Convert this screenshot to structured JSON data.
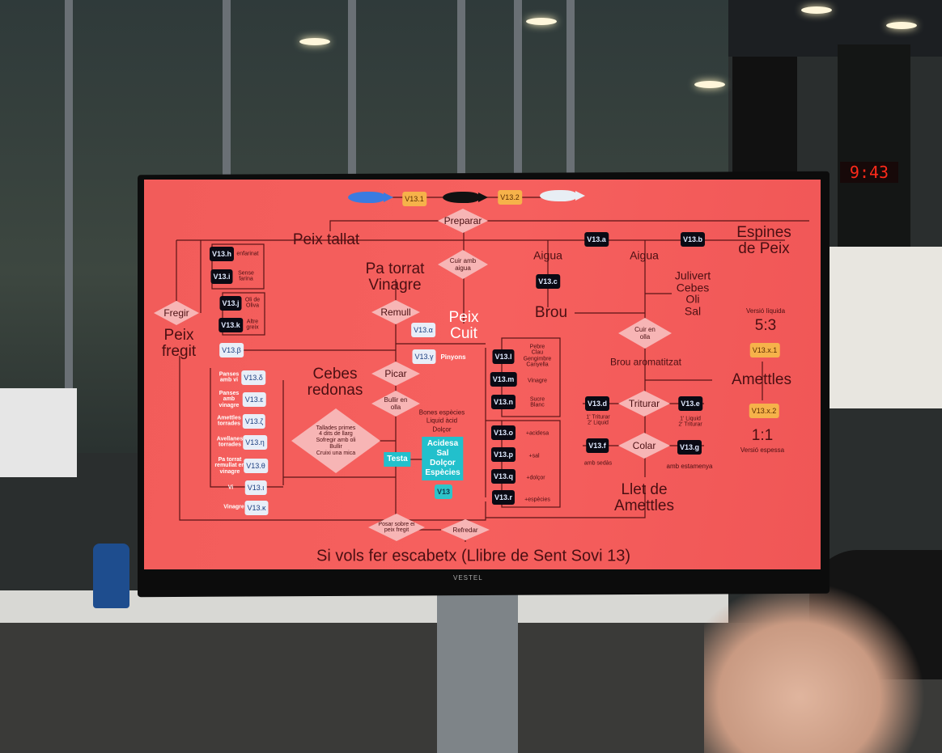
{
  "environment": {
    "wall_clock": "9:43",
    "monitor_brand": "VESTEL"
  },
  "diagram": {
    "title": "Si vols fer escabetx (Llibre de Sent Sovi 13)",
    "top_badges": [
      "V13.1",
      "V13.2"
    ],
    "fish_colors": [
      "#3a7be0",
      "#111111",
      "#e8eef4"
    ],
    "decisions": {
      "preparar": "Preparar",
      "cuir_aigua": "Cuir amb aigua",
      "fregir": "Fregir",
      "remull": "Remull",
      "picar": "Picar",
      "bullir": "Bullir en olla",
      "cuir_olla": "Cuir en olla",
      "triturar": "Triturar",
      "colar": "Colar",
      "posar": "Posar sobre el peix fregit",
      "refredar": "Refredar",
      "tallades": "Tallades primes\n4 dits de llarg\nSofregir amb oli\nBullir\nCruixi una mica"
    },
    "labels": {
      "peix_tallat": "Peix tallat",
      "espines": "Espines\nde Peix",
      "pa_torrat": "Pa torrat\nVinagre",
      "aigua1": "Aigua",
      "aigua2": "Aigua",
      "julivert": "Julivert\nCebes\nOli\nSal",
      "peix_cuit": "Peix\nCuit",
      "brou": "Brou",
      "peix_fregit": "Peix\nfregit",
      "pinyons": "Pinyons",
      "brou_arom": "Brou aromatitzat",
      "cebes": "Cebes\nredonas",
      "amettles": "Amettles",
      "bones": "Bones espècies\nLiquid àcid\nDolçor",
      "testa": "Testa",
      "acidesa": "Acidesa\nSal\nDolçor\nEspècies",
      "llet": "Llet de\nAmettles",
      "versio_liquida": "Versió líquida",
      "ratio_liquid": "5:3",
      "ratio_thick": "1:1",
      "versio_espessa": "Versió espessa",
      "d_note": "1' Triturar\n2' Liquid",
      "e_note": "1' Liquid\n2' Triturar",
      "f_note": "amb sedàs",
      "g_note": "amb estamenya"
    },
    "badges": {
      "a": "V13.a",
      "b": "V13.b",
      "c": "V13.c",
      "d": "V13.d",
      "e": "V13.e",
      "f": "V13.f",
      "g": "V13.g",
      "h": "V13.h",
      "i": "V13.i",
      "j": "V13.j",
      "k": "V13.k",
      "l": "V13.l",
      "m": "V13.m",
      "n": "V13.n",
      "o": "V13.o",
      "p": "V13.p",
      "q": "V13.q",
      "r": "V13.r",
      "alpha": "V13.α",
      "beta": "V13.β",
      "gamma": "V13.γ",
      "x1": "V13.x.1",
      "x2": "V13.x.2",
      "v13": "V13"
    },
    "fry_options": [
      {
        "badge": "V13.h",
        "label": "enfarinat"
      },
      {
        "badge": "V13.i",
        "label": "Sense\nfarina"
      },
      {
        "badge": "V13.j",
        "label": "Oli de\nOliva"
      },
      {
        "badge": "V13.k",
        "label": "Altre\ngreix"
      }
    ],
    "spice_options": [
      {
        "badge": "V13.l",
        "label": "Pebre\nClau\nGengimbre\nCanyella"
      },
      {
        "badge": "V13.m",
        "label": "Vinagre"
      },
      {
        "badge": "V13.n",
        "label": "Sucre\nBlanc"
      }
    ],
    "adjust_options": [
      {
        "badge": "V13.o",
        "label": "+acidesa"
      },
      {
        "badge": "V13.p",
        "label": "+sal"
      },
      {
        "badge": "V13.q",
        "label": "+dolçor"
      },
      {
        "badge": "V13.r",
        "label": "+espècies"
      }
    ],
    "extras": [
      {
        "badge": "V13.δ",
        "label": "Panses\namb vi"
      },
      {
        "badge": "V13.ε",
        "label": "Panses\namb\nvinagre"
      },
      {
        "badge": "V13.ζ",
        "label": "Amettles\ntorrades"
      },
      {
        "badge": "V13.η",
        "label": "Avellanes\ntorrades"
      },
      {
        "badge": "V13.θ",
        "label": "Pa torrat\nremullat en\nvinagre"
      },
      {
        "badge": "V13.ι",
        "label": "Vi"
      },
      {
        "badge": "V13.κ",
        "label": "Vinagre"
      }
    ]
  }
}
